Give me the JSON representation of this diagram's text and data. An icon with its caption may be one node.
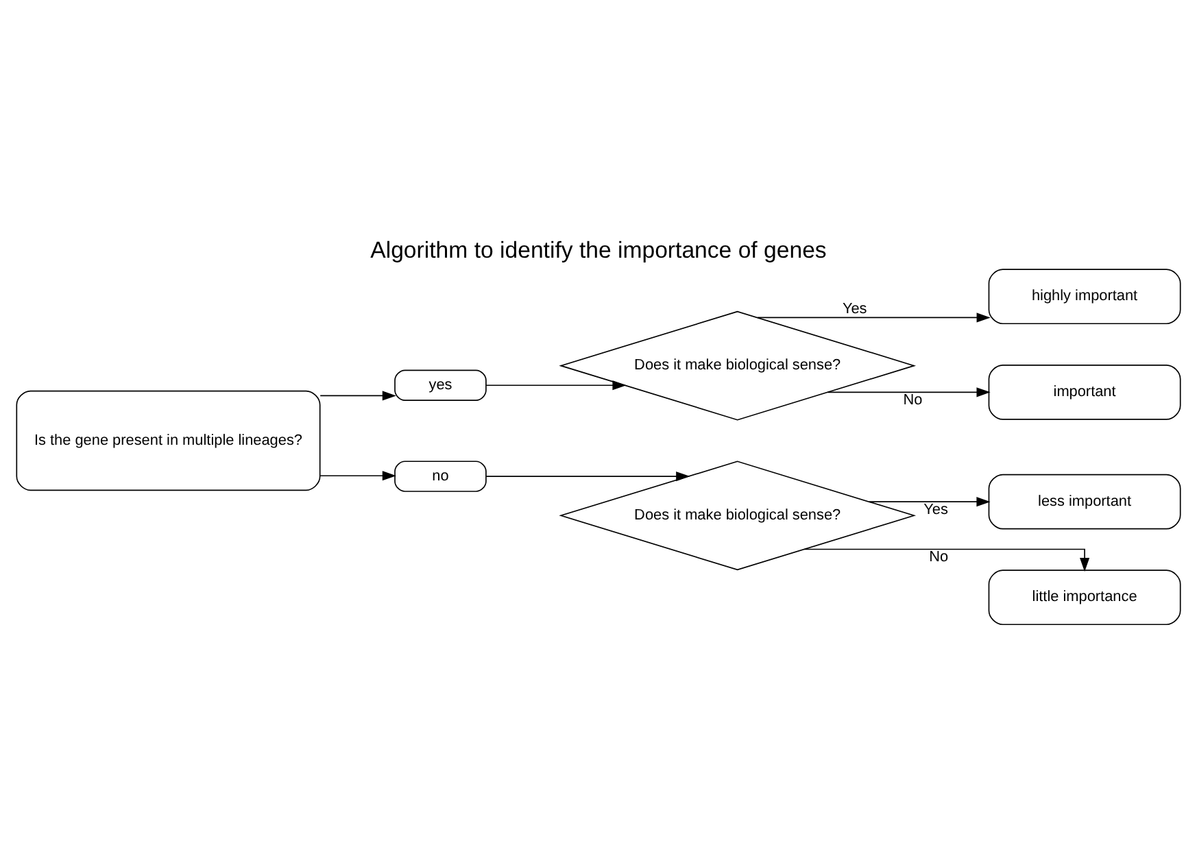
{
  "diagram": {
    "title": "Algorithm to identify the importance of genes",
    "nodes": [
      {
        "text": [
          "Is the gene present in multiple lineages?"
        ]
      },
      {
        "text": [
          "yes"
        ]
      },
      {
        "text": [
          "no"
        ]
      },
      {
        "text": [
          "Does it make biological sense?"
        ]
      },
      {
        "text": [
          "Does it make biological sense?"
        ]
      },
      {
        "text": [
          "highly important"
        ]
      },
      {
        "text": [
          "important"
        ]
      },
      {
        "text": [
          "less important"
        ]
      },
      {
        "text": [
          "little importance"
        ]
      }
    ],
    "edges": [
      {
        "from": 0,
        "to": 1,
        "arrow": "to"
      },
      {
        "from": 1,
        "to": 3,
        "arrow": "to"
      },
      {
        "from": 3,
        "to": 5,
        "label": "Yes",
        "arrow": "to"
      },
      {
        "from": 3,
        "to": 6,
        "label": "No",
        "arrow": "to"
      },
      {
        "from": 0,
        "to": 2,
        "arrow": "to"
      },
      {
        "from": 2,
        "to": 4,
        "arrow": "to"
      },
      {
        "from": 4,
        "to": 7,
        "label": "Yes",
        "arrow": "to"
      },
      {
        "from": 4,
        "to": 8,
        "label": "No",
        "arrow": "to"
      }
    ]
  }
}
